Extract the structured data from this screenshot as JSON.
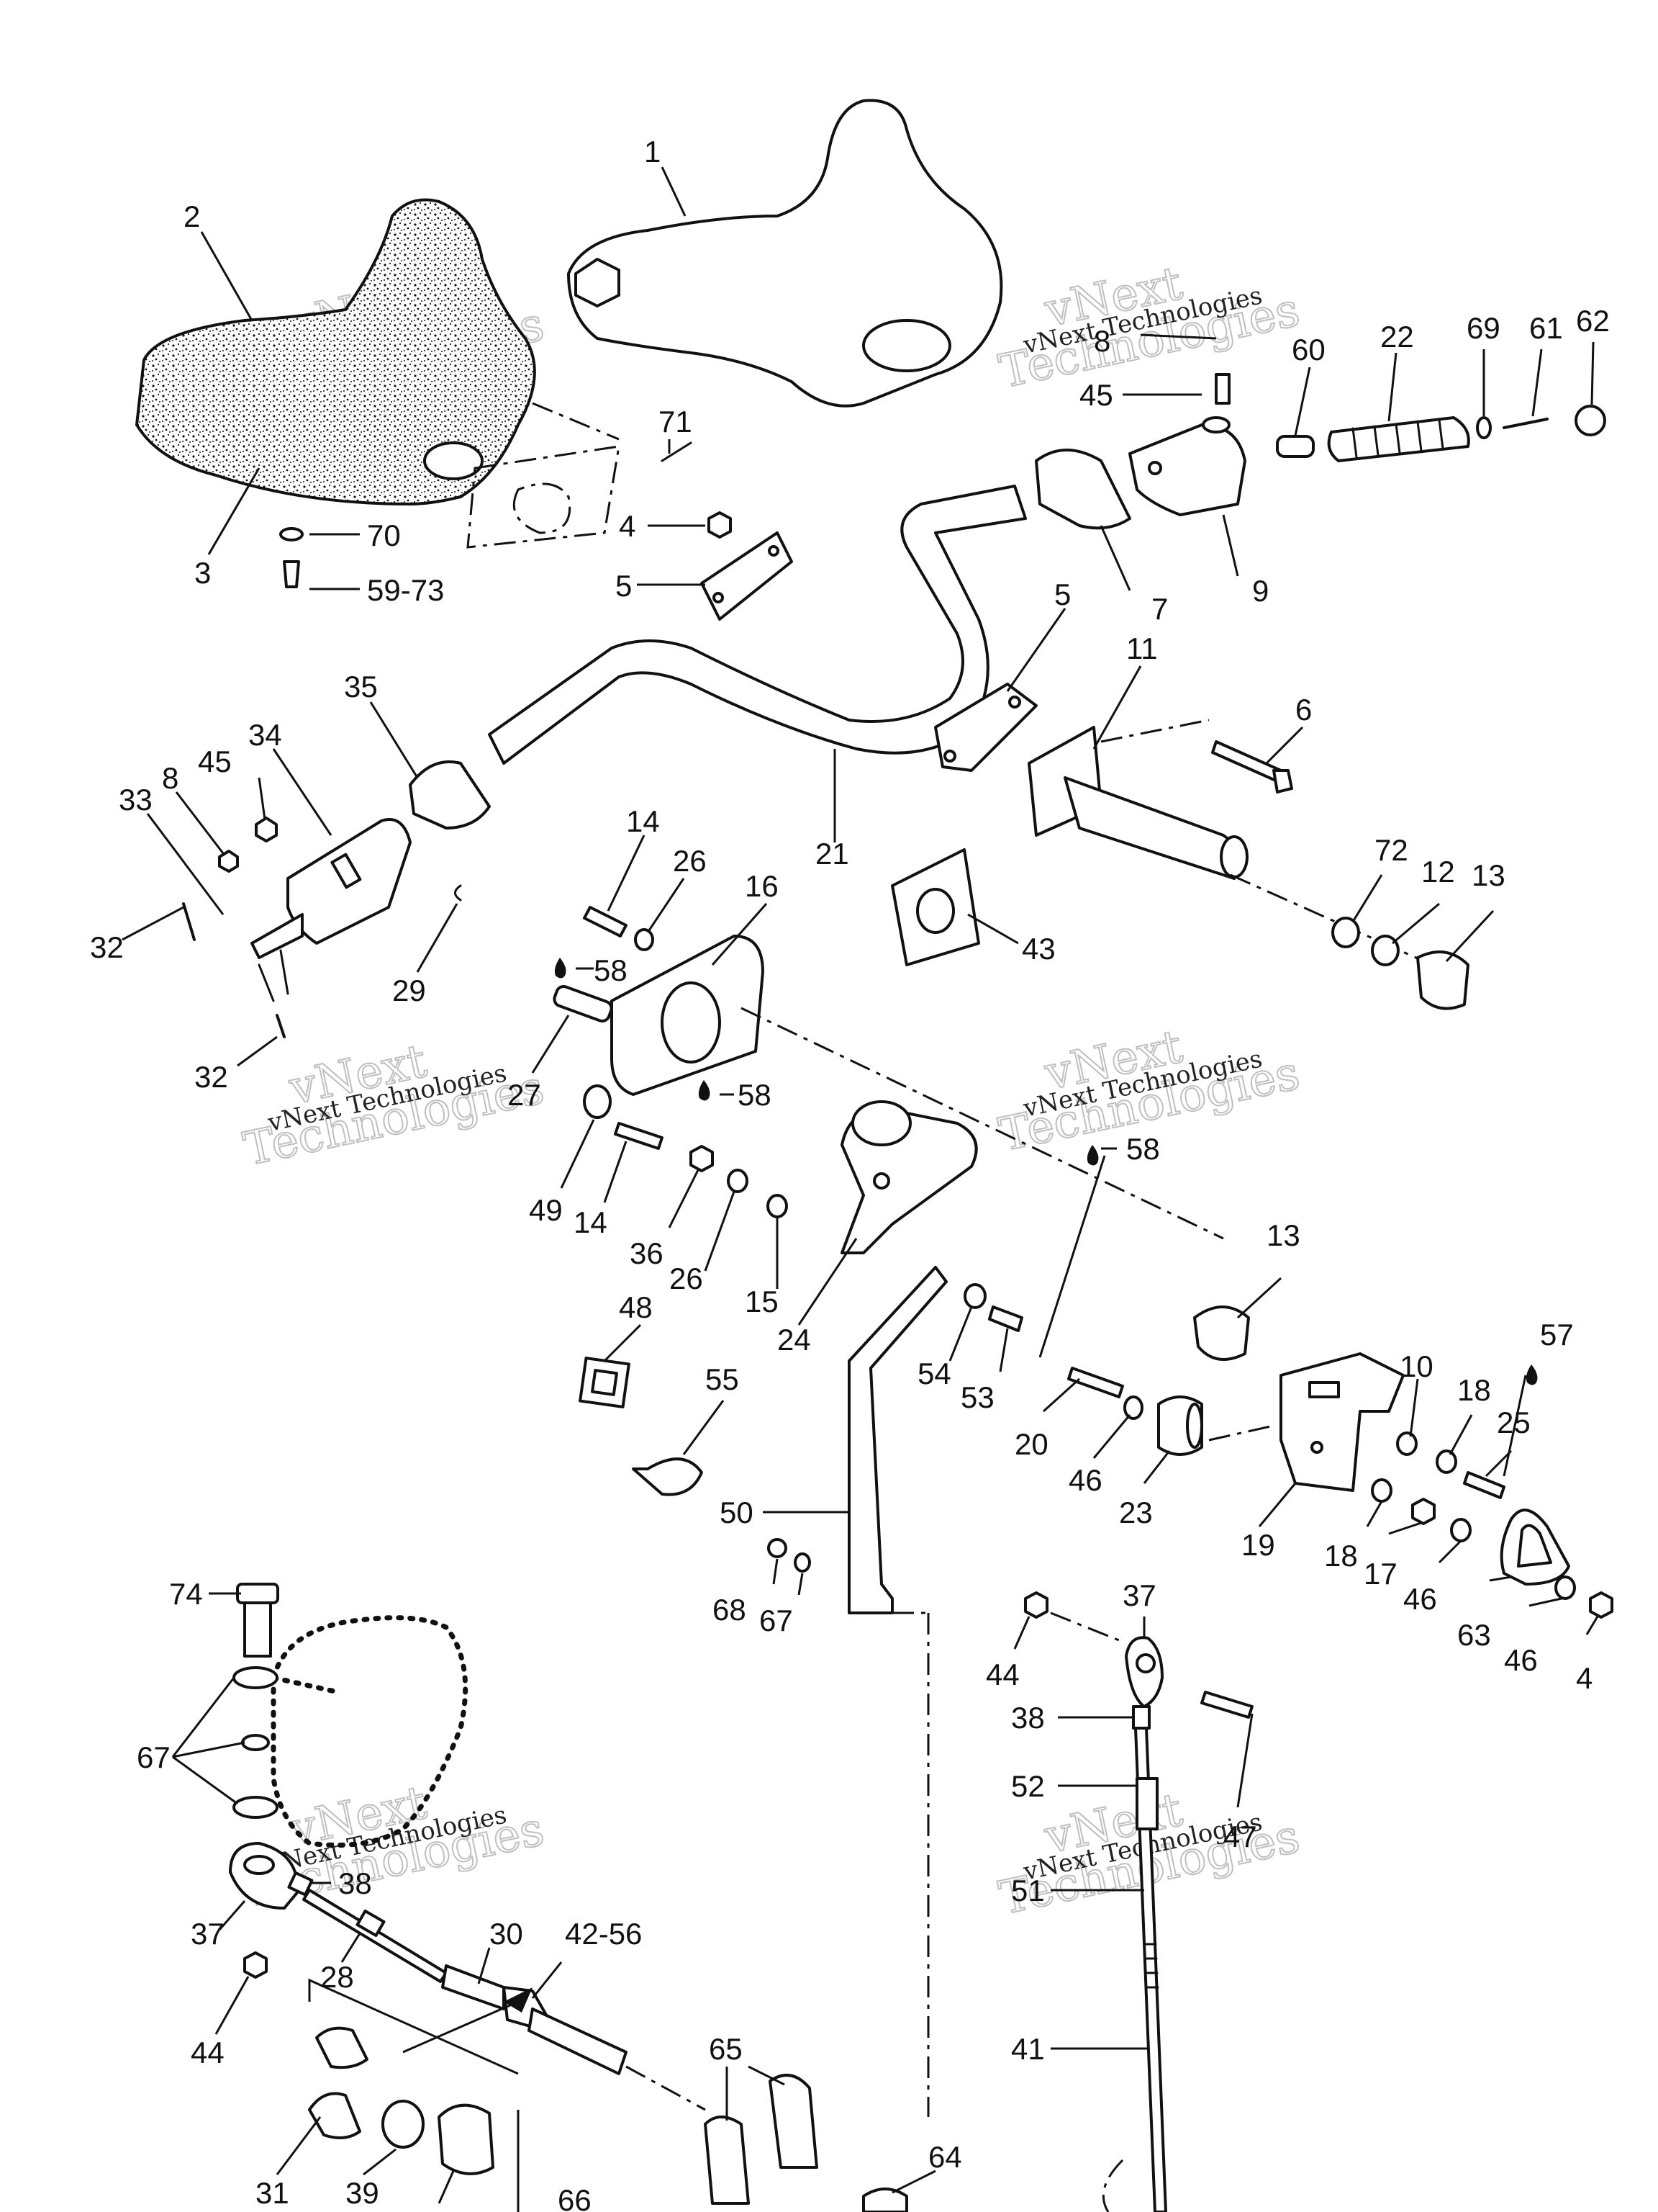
{
  "watermark": {
    "line1": "vNext",
    "line2": "Technologies",
    "combined": "vNext Technologies"
  },
  "callouts": [
    {
      "id": "c1",
      "text": "1"
    },
    {
      "id": "c2",
      "text": "2"
    },
    {
      "id": "c3",
      "text": "3"
    },
    {
      "id": "c70",
      "text": "70"
    },
    {
      "id": "c5973",
      "text": "59-73"
    },
    {
      "id": "c71",
      "text": "71"
    },
    {
      "id": "c4a",
      "text": "4"
    },
    {
      "id": "c5a",
      "text": "5"
    },
    {
      "id": "c8a",
      "text": "8"
    },
    {
      "id": "c45a",
      "text": "45"
    },
    {
      "id": "c60",
      "text": "60"
    },
    {
      "id": "c22",
      "text": "22"
    },
    {
      "id": "c69",
      "text": "69"
    },
    {
      "id": "c61",
      "text": "61"
    },
    {
      "id": "c62",
      "text": "62"
    },
    {
      "id": "c7",
      "text": "7"
    },
    {
      "id": "c9",
      "text": "9"
    },
    {
      "id": "c5b",
      "text": "5"
    },
    {
      "id": "c11",
      "text": "11"
    },
    {
      "id": "c6",
      "text": "6"
    },
    {
      "id": "c35",
      "text": "35"
    },
    {
      "id": "c34",
      "text": "34"
    },
    {
      "id": "c45b",
      "text": "45"
    },
    {
      "id": "c8b",
      "text": "8"
    },
    {
      "id": "c33",
      "text": "33"
    },
    {
      "id": "c32a",
      "text": "32"
    },
    {
      "id": "c29",
      "text": "29"
    },
    {
      "id": "c32b",
      "text": "32"
    },
    {
      "id": "c21",
      "text": "21"
    },
    {
      "id": "c14a",
      "text": "14"
    },
    {
      "id": "c26a",
      "text": "26"
    },
    {
      "id": "c16",
      "text": "16"
    },
    {
      "id": "c58a",
      "text": "58"
    },
    {
      "id": "c27",
      "text": "27"
    },
    {
      "id": "c72",
      "text": "72"
    },
    {
      "id": "c12",
      "text": "12"
    },
    {
      "id": "c13a",
      "text": "13"
    },
    {
      "id": "c43",
      "text": "43"
    },
    {
      "id": "c58b",
      "text": "58"
    },
    {
      "id": "c49",
      "text": "49"
    },
    {
      "id": "c14b",
      "text": "14"
    },
    {
      "id": "c36",
      "text": "36"
    },
    {
      "id": "c26b",
      "text": "26"
    },
    {
      "id": "c15",
      "text": "15"
    },
    {
      "id": "c58c",
      "text": "58"
    },
    {
      "id": "c24",
      "text": "24"
    },
    {
      "id": "c48",
      "text": "48"
    },
    {
      "id": "c55",
      "text": "55"
    },
    {
      "id": "c13b",
      "text": "13"
    },
    {
      "id": "c54",
      "text": "54"
    },
    {
      "id": "c53",
      "text": "53"
    },
    {
      "id": "c57",
      "text": "57"
    },
    {
      "id": "c10",
      "text": "10"
    },
    {
      "id": "c18a",
      "text": "18"
    },
    {
      "id": "c25",
      "text": "25"
    },
    {
      "id": "c20",
      "text": "20"
    },
    {
      "id": "c46a",
      "text": "46"
    },
    {
      "id": "c23",
      "text": "23"
    },
    {
      "id": "c19",
      "text": "19"
    },
    {
      "id": "c18b",
      "text": "18"
    },
    {
      "id": "c17",
      "text": "17"
    },
    {
      "id": "c46b",
      "text": "46"
    },
    {
      "id": "c63",
      "text": "63"
    },
    {
      "id": "c46c",
      "text": "46"
    },
    {
      "id": "c4b",
      "text": "4"
    },
    {
      "id": "c50",
      "text": "50"
    },
    {
      "id": "c68",
      "text": "68"
    },
    {
      "id": "c67a",
      "text": "67"
    },
    {
      "id": "c37a",
      "text": "37"
    },
    {
      "id": "c44a",
      "text": "44"
    },
    {
      "id": "c38a",
      "text": "38"
    },
    {
      "id": "c47",
      "text": "47"
    },
    {
      "id": "c52",
      "text": "52"
    },
    {
      "id": "c51",
      "text": "51"
    },
    {
      "id": "c41",
      "text": "41"
    },
    {
      "id": "c74",
      "text": "74"
    },
    {
      "id": "c67b",
      "text": "67"
    },
    {
      "id": "c38b",
      "text": "38"
    },
    {
      "id": "c37b",
      "text": "37"
    },
    {
      "id": "c30",
      "text": "30"
    },
    {
      "id": "c4256",
      "text": "42-56"
    },
    {
      "id": "c28",
      "text": "28"
    },
    {
      "id": "c44b",
      "text": "44"
    },
    {
      "id": "c65",
      "text": "65"
    },
    {
      "id": "c64",
      "text": "64"
    },
    {
      "id": "c31",
      "text": "31"
    },
    {
      "id": "c39",
      "text": "39"
    },
    {
      "id": "c66",
      "text": "66"
    }
  ]
}
